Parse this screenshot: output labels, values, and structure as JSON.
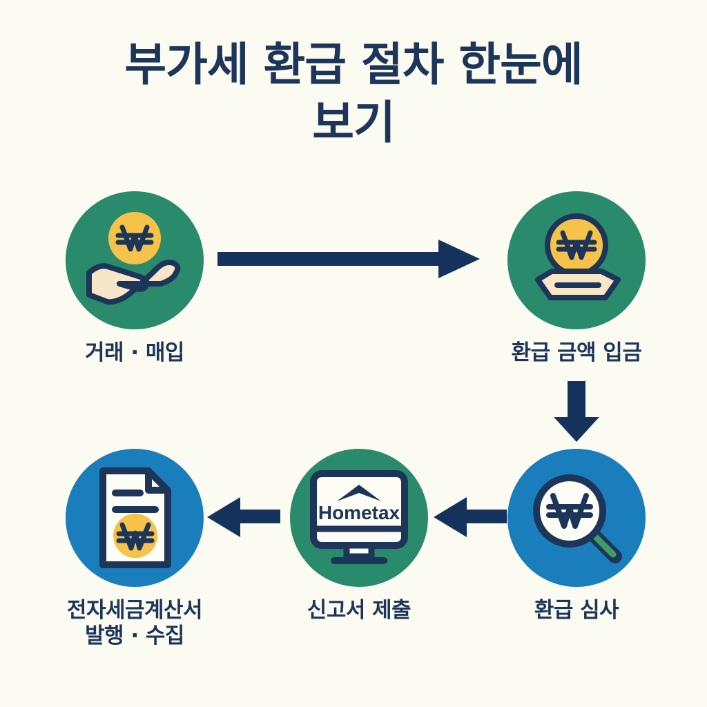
{
  "page": {
    "title": "부가세 환급 절차 한눈에\n보기",
    "background_color": "#fbfbf2",
    "text_color": "#1c3559"
  },
  "palette": {
    "navy": "#1c3559",
    "green": "#2a8a6c",
    "blue": "#1a7ebd",
    "yellow": "#f5c24a",
    "cream": "#f7e6c8",
    "white": "#fdfdf5",
    "handle_green": "#3f9d63"
  },
  "flow": {
    "nodes": [
      {
        "id": "node-1",
        "label": "거래 · 매입",
        "circle_color": "#2a8a6c",
        "icon": "hand-holding-won-coin-icon"
      },
      {
        "id": "node-2",
        "label": "환급 금액 입금",
        "circle_color": "#2a8a6c",
        "icon": "hand-receiving-won-coin-icon"
      },
      {
        "id": "node-3",
        "label": "환급 심사",
        "circle_color": "#1a7ebd",
        "icon": "magnifier-won-icon"
      },
      {
        "id": "node-4",
        "label": "신고서 제출",
        "circle_color": "#2a8a6c",
        "icon": "monitor-hometax-icon",
        "screen_text": "Hometax"
      },
      {
        "id": "node-5",
        "label": "전자세금계산서\n발행 · 수집",
        "circle_color": "#1a7ebd",
        "icon": "document-won-icon"
      }
    ],
    "arrows": [
      {
        "id": "arrow-1",
        "direction": "right",
        "from": "node-1",
        "to": "node-2"
      },
      {
        "id": "arrow-2",
        "direction": "down",
        "from": "node-2",
        "to": "node-3"
      },
      {
        "id": "arrow-3",
        "direction": "left",
        "from": "node-3",
        "to": "node-4"
      },
      {
        "id": "arrow-4",
        "direction": "left",
        "from": "node-4",
        "to": "node-5"
      }
    ]
  },
  "chart_data": {
    "type": "diagram",
    "title": "부가세 환급 절차 한눈에 보기",
    "steps": [
      "거래 · 매입",
      "환급 금액 입금",
      "환급 심사",
      "신고서 제출",
      "전자세금계산서 발행 · 수집"
    ],
    "flow_order": [
      "거래 · 매입",
      "환급 금액 입금",
      "환급 심사",
      "신고서 제출",
      "전자세금계산서 발행 · 수집"
    ]
  }
}
